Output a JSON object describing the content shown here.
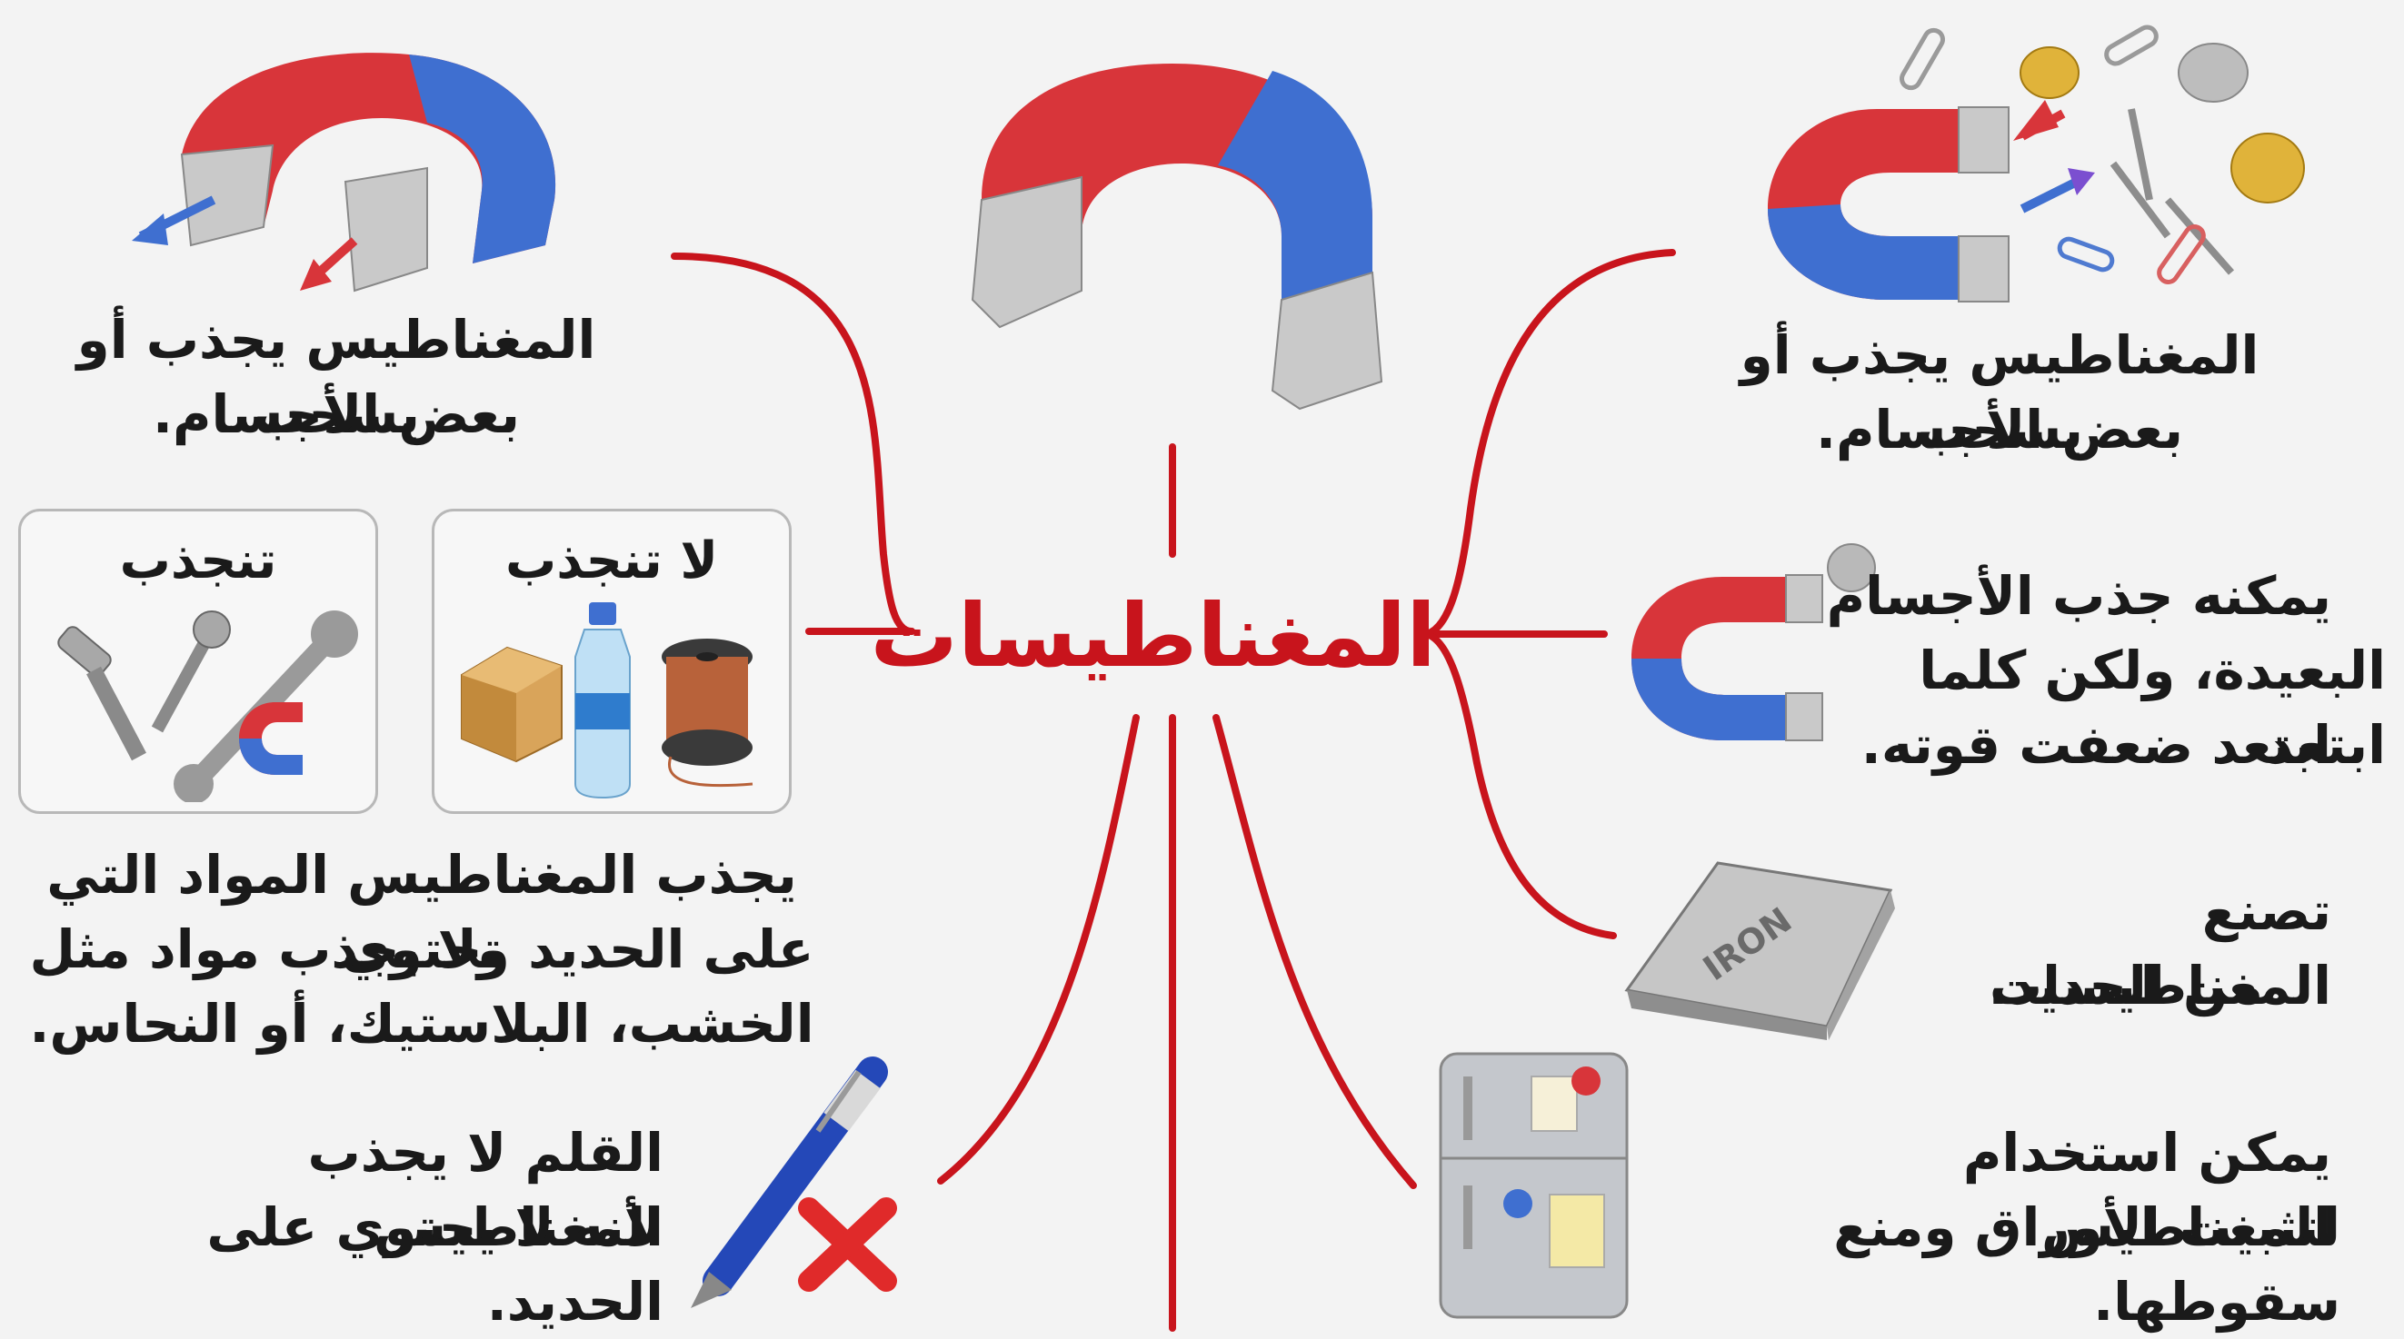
{
  "title": "المغناطيسات",
  "texts": {
    "top_left_line1": "المغناطيس  يجذب أو يسحب",
    "top_left_line2": "بعض الأجسام.",
    "top_right_line1": "المغناطيس يجذب أو يسحب",
    "top_right_line2": "بعض الأجسام.",
    "distance_line1": "يمكنه جذب الأجسام",
    "distance_line2": "البعيدة، ولكن كلما ابتعد",
    "distance_line3": "ابتعد ضعفت قوته.",
    "iron_line1": "تصنع المغناطيسات",
    "iron_line2": "من الحديد.",
    "fridge_line1": "يمكن استخدام المغناطيس",
    "fridge_line2": "لتثبيت الأوراق ومنع سقوطها.",
    "materials_line1": "يجذب المغناطيس المواد التي تحتوي",
    "materials_line2": "على الحديد ولا يجذب مواد مثل",
    "materials_line3": "الخشب، البلاستيك، أو النحاس.",
    "pen_line1": "القلم لا يجذب المغناطيس",
    "pen_line2": "لأنه لا يحتوي على الحديد."
  },
  "boxes": {
    "attracted_label": "تنجذب",
    "not_attracted_label": "لا تنجذب"
  },
  "labels": {
    "iron_bar": "IRON"
  },
  "colors": {
    "accent_red": "#c8141c",
    "magnet_red": "#d8353a",
    "magnet_blue": "#3f6fd0",
    "tip_silver": "#c9c9c9",
    "background": "#f3f3f3"
  },
  "icons": [
    "horseshoe-magnet-icon",
    "paperclip-icon",
    "coin-icon",
    "nail-icon",
    "steel-ball-icon",
    "iron-bar-icon",
    "fridge-icon",
    "pen-icon",
    "cross-icon",
    "screw-icon",
    "wrench-icon",
    "wood-block-icon",
    "water-bottle-icon",
    "copper-coil-icon"
  ]
}
